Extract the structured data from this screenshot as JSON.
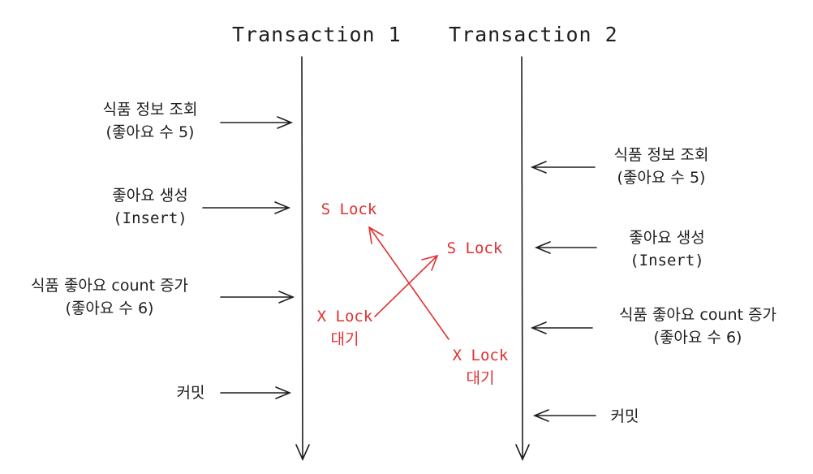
{
  "titles": {
    "t1": "Transaction 1",
    "t2": "Transaction 2"
  },
  "t1_steps": [
    {
      "line1": "식품 정보 조회",
      "line2": "(좋아요 수 5)"
    },
    {
      "line1": "좋아요 생성",
      "line2": "(Insert)"
    },
    {
      "line1": "식품 좋아요 count 증가",
      "line2": "(좋아요 수 6)"
    },
    {
      "line1": "커밋",
      "line2": ""
    }
  ],
  "t2_steps": [
    {
      "line1": "식품 정보 조회",
      "line2": "(좋아요 수 5)"
    },
    {
      "line1": "좋아요 생성",
      "line2": "(Insert)"
    },
    {
      "line1": "식품 좋아요 count 증가",
      "line2": "(좋아요 수 6)"
    },
    {
      "line1": "커밋",
      "line2": ""
    }
  ],
  "locks": {
    "t1_s_lock": "S Lock",
    "t1_x_lock": "X Lock",
    "t1_wait": "대기",
    "t2_s_lock": "S Lock",
    "t2_x_lock": "X Lock",
    "t2_wait": "대기"
  },
  "colors": {
    "ink": "#1e1e1e",
    "lock": "#e03131"
  }
}
